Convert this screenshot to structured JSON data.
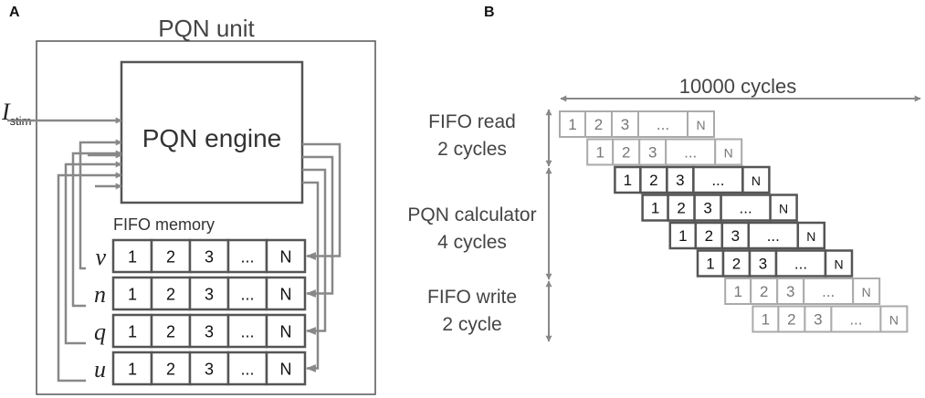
{
  "panel_a": {
    "label": "A",
    "unit_title": "PQN unit",
    "engine_label": "PQN engine",
    "input_symbol": "I",
    "input_subscript": "stim",
    "fifo_title": "FIFO memory",
    "registers": [
      {
        "name": "v",
        "cells": [
          "1",
          "2",
          "3",
          "...",
          "N"
        ]
      },
      {
        "name": "n",
        "cells": [
          "1",
          "2",
          "3",
          "...",
          "N"
        ]
      },
      {
        "name": "q",
        "cells": [
          "1",
          "2",
          "3",
          "...",
          "N"
        ]
      },
      {
        "name": "u",
        "cells": [
          "1",
          "2",
          "3",
          "...",
          "N"
        ]
      }
    ]
  },
  "panel_b": {
    "label": "B",
    "total_label": "10000 cycles",
    "stages": [
      {
        "name": "FIFO read",
        "cycles": "2 cycles"
      },
      {
        "name": "PQN calculator",
        "cycles": "4 cycles"
      },
      {
        "name": "FIFO write",
        "cycles": "2 cycle"
      }
    ],
    "rows": [
      {
        "stage": "read",
        "cells": [
          "1",
          "2",
          "3",
          "...",
          "N"
        ]
      },
      {
        "stage": "read",
        "cells": [
          "1",
          "2",
          "3",
          "...",
          "N"
        ]
      },
      {
        "stage": "calc",
        "cells": [
          "1",
          "2",
          "3",
          "...",
          "N"
        ]
      },
      {
        "stage": "calc",
        "cells": [
          "1",
          "2",
          "3",
          "...",
          "N"
        ]
      },
      {
        "stage": "calc",
        "cells": [
          "1",
          "2",
          "3",
          "...",
          "N"
        ]
      },
      {
        "stage": "calc",
        "cells": [
          "1",
          "2",
          "3",
          "...",
          "N"
        ]
      },
      {
        "stage": "write",
        "cells": [
          "1",
          "2",
          "3",
          "...",
          "N"
        ]
      },
      {
        "stage": "write",
        "cells": [
          "1",
          "2",
          "3",
          "...",
          "N"
        ]
      }
    ],
    "colors": {
      "light": "#aaaaaa",
      "dark": "#555555"
    }
  }
}
